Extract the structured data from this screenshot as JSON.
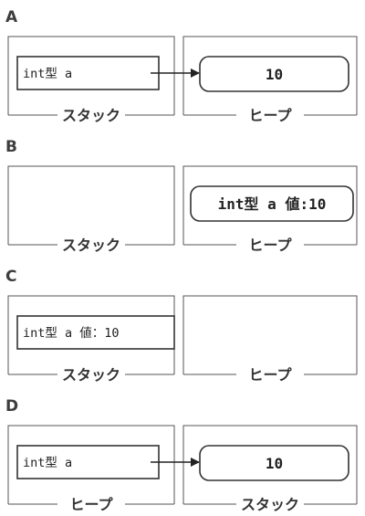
{
  "options": [
    {
      "letter": "A",
      "left_label": "スタック",
      "right_label": "ヒープ",
      "left_box_text": "int型 a",
      "right_box_text": "10",
      "arrow": true
    },
    {
      "letter": "B",
      "left_label": "スタック",
      "right_label": "ヒープ",
      "left_box_text": null,
      "right_box_text": "int型 a 値:10",
      "arrow": false
    },
    {
      "letter": "C",
      "left_label": "スタック",
      "right_label": "ヒープ",
      "left_box_text": "int型 a 値：10",
      "right_box_text": null,
      "arrow": false
    },
    {
      "letter": "D",
      "left_label": "ヒープ",
      "right_label": "スタック",
      "left_box_text": "int型 a",
      "right_box_text": "10",
      "arrow": true
    }
  ]
}
